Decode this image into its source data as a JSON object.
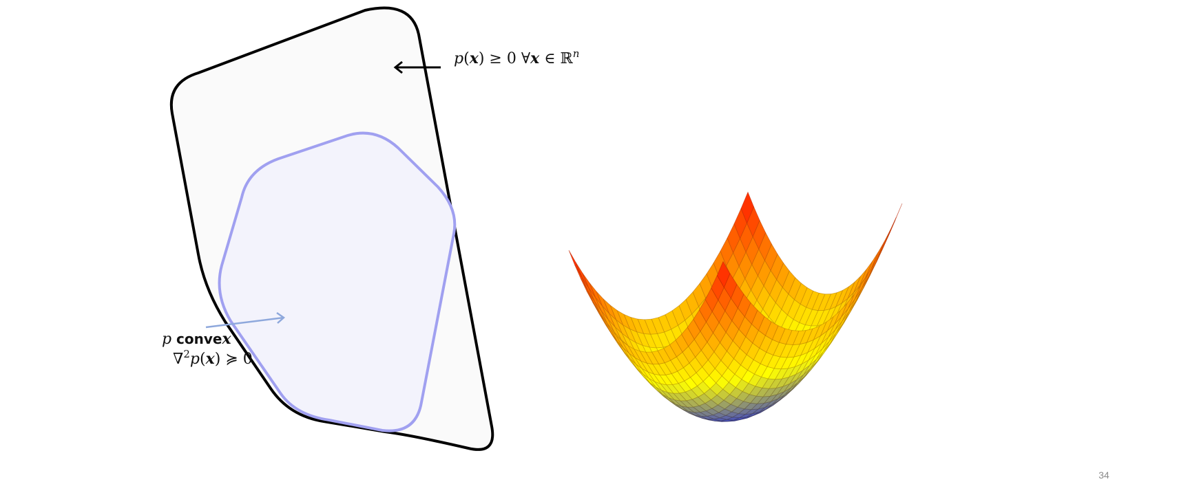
{
  "slide": {
    "page_number": "34"
  },
  "nonneg_label": {
    "p": "p",
    "open": "(",
    "x": "x",
    "close": ")",
    "relation": " ≥ 0 ∀",
    "x2": "x",
    "set": " ∈ ℝ",
    "sup": "n"
  },
  "convex_label": {
    "p": "p",
    "word_plain": " conve",
    "word_x": "x",
    "nabla": "∇",
    "sq": "2",
    "p2": "p",
    "open": "(",
    "x": "x",
    "close": ")",
    "relation": " ≽ 0"
  },
  "colors": {
    "outer_stroke": "#000000",
    "outer_fill": "#fafafa",
    "inner_stroke": "#a0a0f0",
    "inner_fill": "#f3f3fc",
    "convex_arrow": "#8ea8dc",
    "surface_low": "#3a43c9",
    "surface_mid": "#ffff00",
    "surface_high": "#ff1a00"
  },
  "icons": {
    "nonneg_arrow": "arrow-left-icon",
    "convex_arrow": "arrow-right-icon"
  }
}
